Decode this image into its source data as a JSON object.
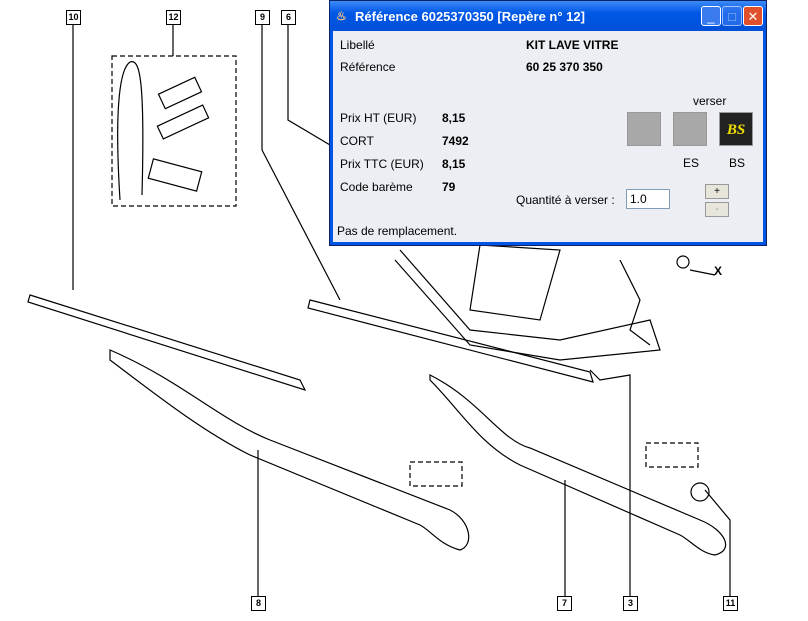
{
  "diagram": {
    "callouts": [
      "10",
      "12",
      "9",
      "6",
      "8",
      "7",
      "3",
      "11"
    ],
    "axis_label": "X"
  },
  "dialog": {
    "title": "Référence 6025370350 [Repère n° 12]",
    "buttons": {
      "minimize": "_",
      "maximize": "□",
      "close": "✕"
    },
    "libelle_label": "Libellé",
    "libelle_value": "KIT LAVE VITRE",
    "reference_label": "Référence",
    "reference_value": "60 25 370 350",
    "prix_ht_label": "Prix HT (EUR)",
    "prix_ht_value": "8,15",
    "cort_label": "CORT",
    "cort_value": "7492",
    "prix_ttc_label": "Prix TTC (EUR)",
    "prix_ttc_value": "8,15",
    "code_bareme_label": "Code barème",
    "code_bareme_value": "79",
    "verser_label": "verser",
    "es_label": "ES",
    "bs_label": "BS",
    "bs_icon_text": "BS",
    "quantite_label": "Quantité à verser :",
    "quantite_value": "1.0",
    "plus": "+",
    "minus": "-",
    "status": "Pas de remplacement."
  }
}
